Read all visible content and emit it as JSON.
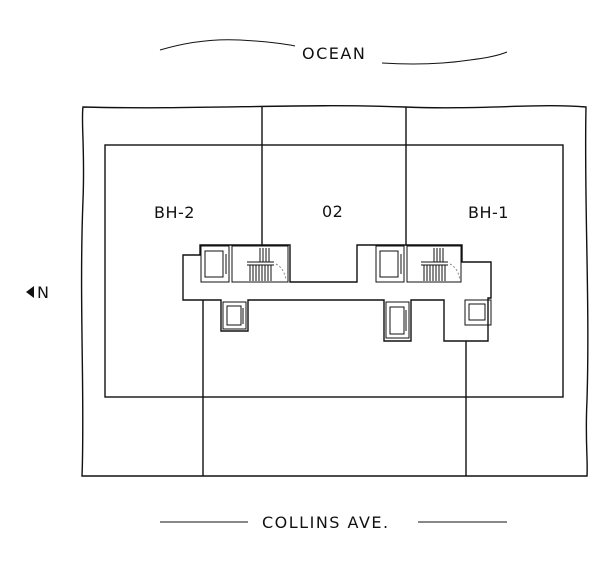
{
  "streets": {
    "top": "OCEAN",
    "bottom": "COLLINS AVE."
  },
  "compass": {
    "label": "N",
    "icon": "arrow-left-icon"
  },
  "units": [
    {
      "id": "bh2",
      "label": "BH-2"
    },
    {
      "id": "u02",
      "label": "02"
    },
    {
      "id": "bh1",
      "label": "BH-1"
    }
  ],
  "colors": {
    "line": "#111111",
    "background": "#ffffff"
  }
}
